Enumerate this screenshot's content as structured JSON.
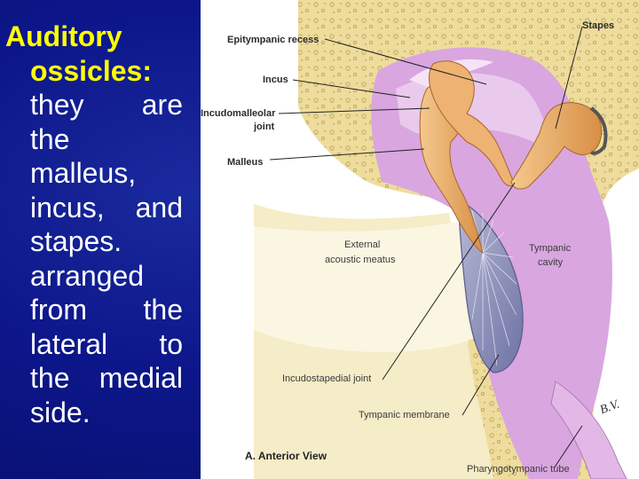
{
  "slide": {
    "heading_line1": "Auditory",
    "heading_line2": "ossicles:",
    "body_lines": [
      [
        "they",
        "are"
      ],
      [
        "the"
      ],
      [
        "malleus,"
      ],
      [
        "incus,",
        "and"
      ],
      [
        "stapes."
      ],
      [
        "arranged"
      ],
      [
        "from",
        "the"
      ],
      [
        "lateral",
        "to"
      ],
      [
        "the",
        "medial"
      ],
      [
        "side."
      ]
    ]
  },
  "figure": {
    "labels": {
      "epitympanic_recess": "Epitympanic recess",
      "stapes": "Stapes",
      "incus": "Incus",
      "incudomalleolar_1": "Incudomalleolar",
      "incudomalleolar_2": "joint",
      "malleus": "Malleus",
      "external_1": "External",
      "external_2": "acoustic meatus",
      "tympanic_cavity_1": "Tympanic",
      "tympanic_cavity_2": "cavity",
      "incudostapedial": "Incudostapedial joint",
      "tympanic_membrane": "Tympanic membrane",
      "pharyngotympanic": "Pharyngotympanic tube",
      "caption": "A. Anterior View",
      "signature": "B.V."
    },
    "colors": {
      "bone": "#eedc9c",
      "bone_dark": "#c8ad5e",
      "cavity": "#d9a6e0",
      "cavity_light": "#ecd3ef",
      "ossicle": "#e9a863",
      "membrane": "#8c8fb8",
      "slide_bg": "#0c168a",
      "heading": "#ffff00"
    }
  }
}
